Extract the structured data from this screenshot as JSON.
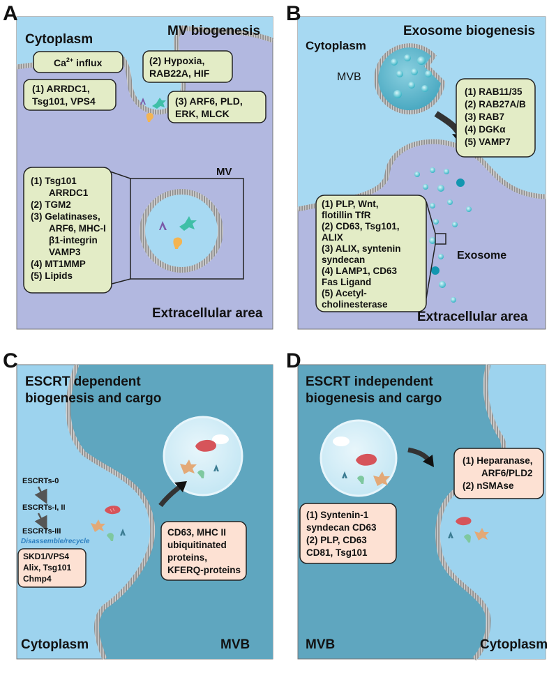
{
  "panels": {
    "a": {
      "letter": "A",
      "title": "MV biogenesis",
      "cytoplasm": "Cytoplasm",
      "extracellular": "Extracellular area",
      "mv": "MV",
      "ca_box": {
        "main": "Ca",
        "sup": "2+",
        "rest": " influx"
      },
      "box1": [
        "(1) ARRDC1,",
        "Tsg101, VPS4"
      ],
      "box2": [
        "(2) Hypoxia,",
        "RAB22A, HIF"
      ],
      "box3": [
        "(3) ARF6, PLD,",
        "ERK, MLCK"
      ],
      "cargo": [
        "(1) Tsg101",
        "ARRDC1",
        "(2) TGM2",
        "(3) Gelatinases,",
        "ARF6, MHC-I",
        "β1-integrin",
        "VAMP3",
        "(4) MT1MMP",
        "(5) Lipids"
      ]
    },
    "b": {
      "letter": "B",
      "title": "Exosome biogenesis",
      "cytoplasm": "Cytoplasm",
      "mvb": "MVB",
      "exosome": "Exosome",
      "extracellular": "Extracellular area",
      "rab_box": [
        "(1) RAB11/35",
        "(2) RAB27A/B",
        "(3) RAB7",
        "(4) DGKα",
        "(5) VAMP7"
      ],
      "cargo": [
        "(1) PLP,  Wnt,",
        "flotillin TfR",
        "(2) CD63, Tsg101,",
        "ALIX",
        "(3) ALIX, syntenin",
        "syndecan",
        "(4) LAMP1, CD63",
        "Fas Ligand",
        "(5) Acetyl-",
        "cholinesterase"
      ]
    },
    "c": {
      "letter": "C",
      "title": [
        "ESCRT dependent",
        "biogenesis and cargo"
      ],
      "steps": [
        "ESCRTs-0",
        "ESCRTs-I, II",
        "ESCRTs-III"
      ],
      "disassemble": "Disassemble/recycle",
      "proteins_box": [
        "SKD1/VPS4",
        "Alix, Tsg101",
        "Chmp4"
      ],
      "cargo_box": [
        "CD63, MHC II",
        "ubiquitinated",
        "proteins,",
        "KFERQ-proteins"
      ],
      "cytoplasm": "Cytoplasm",
      "mvb": "MVB"
    },
    "d": {
      "letter": "D",
      "title": [
        "ESCRT independent",
        "biogenesis and cargo"
      ],
      "box_left": [
        "(1) Syntenin-1",
        "syndecan CD63",
        "(2) PLP, CD63",
        "CD81, Tsg101"
      ],
      "box_right": [
        "(1) Heparanase,",
        "ARF6/PLD2",
        "(2) nSMAse"
      ],
      "mvb": "MVB",
      "cytoplasm": "Cytoplasm"
    }
  },
  "colors": {
    "cytoplasm_blue": "#9dd3ee",
    "extracellular_lavender": "#b2b8e0",
    "mvb_teal": "#5fa6bf",
    "box_green": "#e3ecc6",
    "box_peach": "#fde1d3"
  }
}
